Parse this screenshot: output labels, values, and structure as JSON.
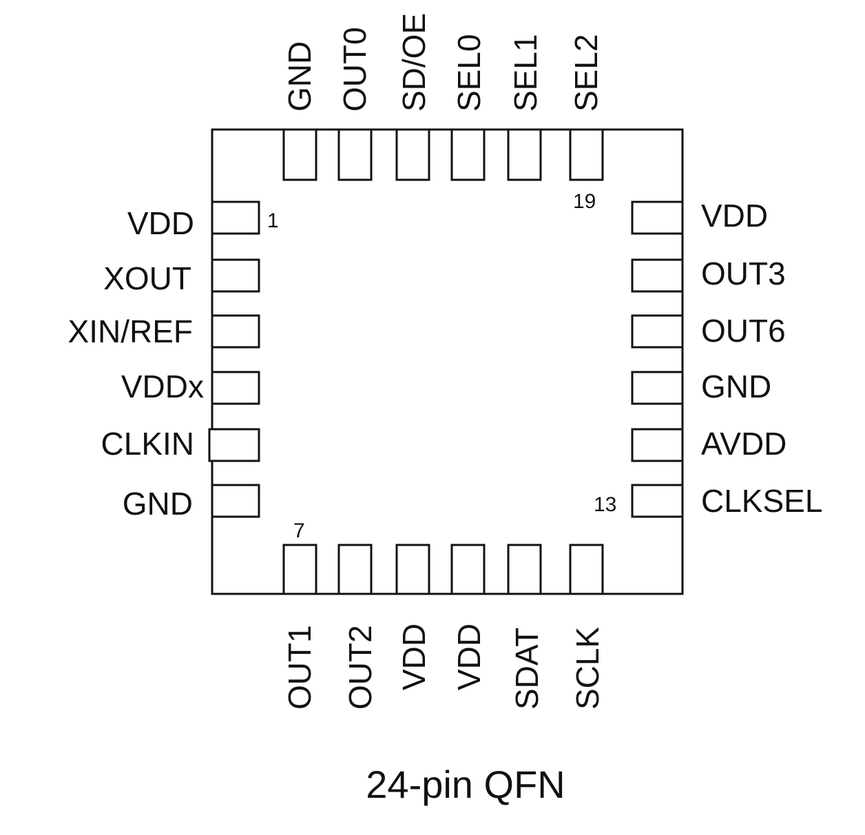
{
  "package": {
    "caption": "24-pin QFN",
    "colors": {
      "line": "#111111",
      "background": "#ffffff"
    }
  },
  "pins": {
    "left": [
      {
        "label": "VDD"
      },
      {
        "label": "XOUT"
      },
      {
        "label": "XIN/REF"
      },
      {
        "label": "VDDx"
      },
      {
        "label": "CLKIN"
      },
      {
        "label": "GND"
      }
    ],
    "bottom": [
      {
        "label": "OUT1"
      },
      {
        "label": "OUT2"
      },
      {
        "label": "VDD"
      },
      {
        "label": "VDD"
      },
      {
        "label": "SDAT"
      },
      {
        "label": "SCLK"
      }
    ],
    "right": [
      {
        "label": "VDD"
      },
      {
        "label": "OUT3"
      },
      {
        "label": "OUT6"
      },
      {
        "label": "GND"
      },
      {
        "label": "AVDD"
      },
      {
        "label": "CLKSEL"
      }
    ],
    "top": [
      {
        "label": "GND"
      },
      {
        "label": "OUT0"
      },
      {
        "label": "SD/OE"
      },
      {
        "label": "SEL0"
      },
      {
        "label": "SEL1"
      },
      {
        "label": "SEL2"
      }
    ]
  },
  "pin_numbers": {
    "first": "1",
    "seventh": "7",
    "thirteenth": "13",
    "nineteenth": "19"
  }
}
